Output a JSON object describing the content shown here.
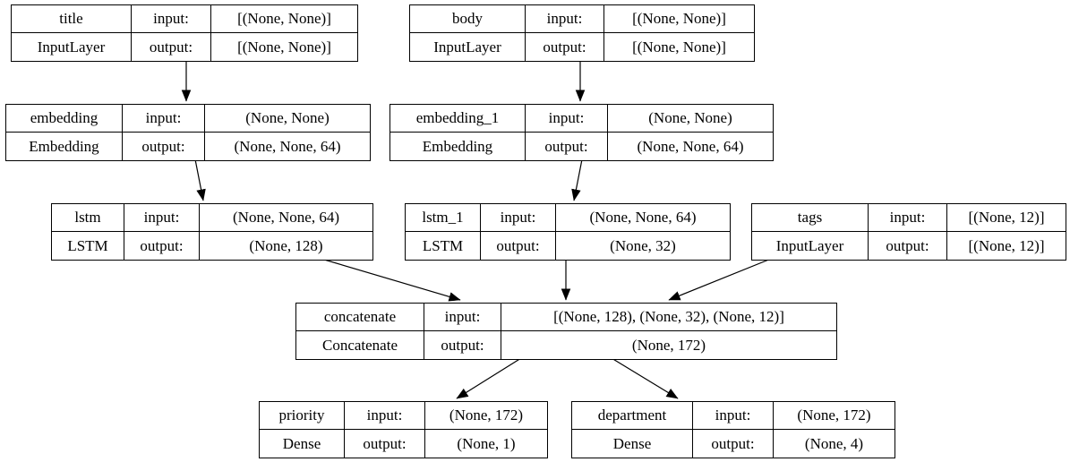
{
  "diagram": {
    "kind": "keras-model-plot",
    "labels": {
      "input": "input:",
      "output": "output:"
    },
    "nodes": [
      {
        "id": "title",
        "name": "title",
        "cls": "InputLayer",
        "input": "[(None, None)]",
        "output": "[(None, None)]"
      },
      {
        "id": "body",
        "name": "body",
        "cls": "InputLayer",
        "input": "[(None, None)]",
        "output": "[(None, None)]"
      },
      {
        "id": "embedding",
        "name": "embedding",
        "cls": "Embedding",
        "input": "(None, None)",
        "output": "(None, None, 64)"
      },
      {
        "id": "embedding_1",
        "name": "embedding_1",
        "cls": "Embedding",
        "input": "(None, None)",
        "output": "(None, None, 64)"
      },
      {
        "id": "lstm",
        "name": "lstm",
        "cls": "LSTM",
        "input": "(None, None, 64)",
        "output": "(None, 128)"
      },
      {
        "id": "lstm_1",
        "name": "lstm_1",
        "cls": "LSTM",
        "input": "(None, None, 64)",
        "output": "(None, 32)"
      },
      {
        "id": "tags",
        "name": "tags",
        "cls": "InputLayer",
        "input": "[(None, 12)]",
        "output": "[(None, 12)]"
      },
      {
        "id": "concatenate",
        "name": "concatenate",
        "cls": "Concatenate",
        "input": "[(None, 128), (None, 32), (None, 12)]",
        "output": "(None, 172)"
      },
      {
        "id": "priority",
        "name": "priority",
        "cls": "Dense",
        "input": "(None, 172)",
        "output": "(None, 1)"
      },
      {
        "id": "department",
        "name": "department",
        "cls": "Dense",
        "input": "(None, 172)",
        "output": "(None, 4)"
      }
    ],
    "edges": [
      {
        "from": "title",
        "to": "embedding"
      },
      {
        "from": "body",
        "to": "embedding_1"
      },
      {
        "from": "embedding",
        "to": "lstm"
      },
      {
        "from": "embedding_1",
        "to": "lstm_1"
      },
      {
        "from": "lstm",
        "to": "concatenate"
      },
      {
        "from": "lstm_1",
        "to": "concatenate"
      },
      {
        "from": "tags",
        "to": "concatenate"
      },
      {
        "from": "concatenate",
        "to": "priority"
      },
      {
        "from": "concatenate",
        "to": "department"
      }
    ],
    "colors": {
      "stroke": "#000000",
      "background": "#ffffff"
    }
  }
}
